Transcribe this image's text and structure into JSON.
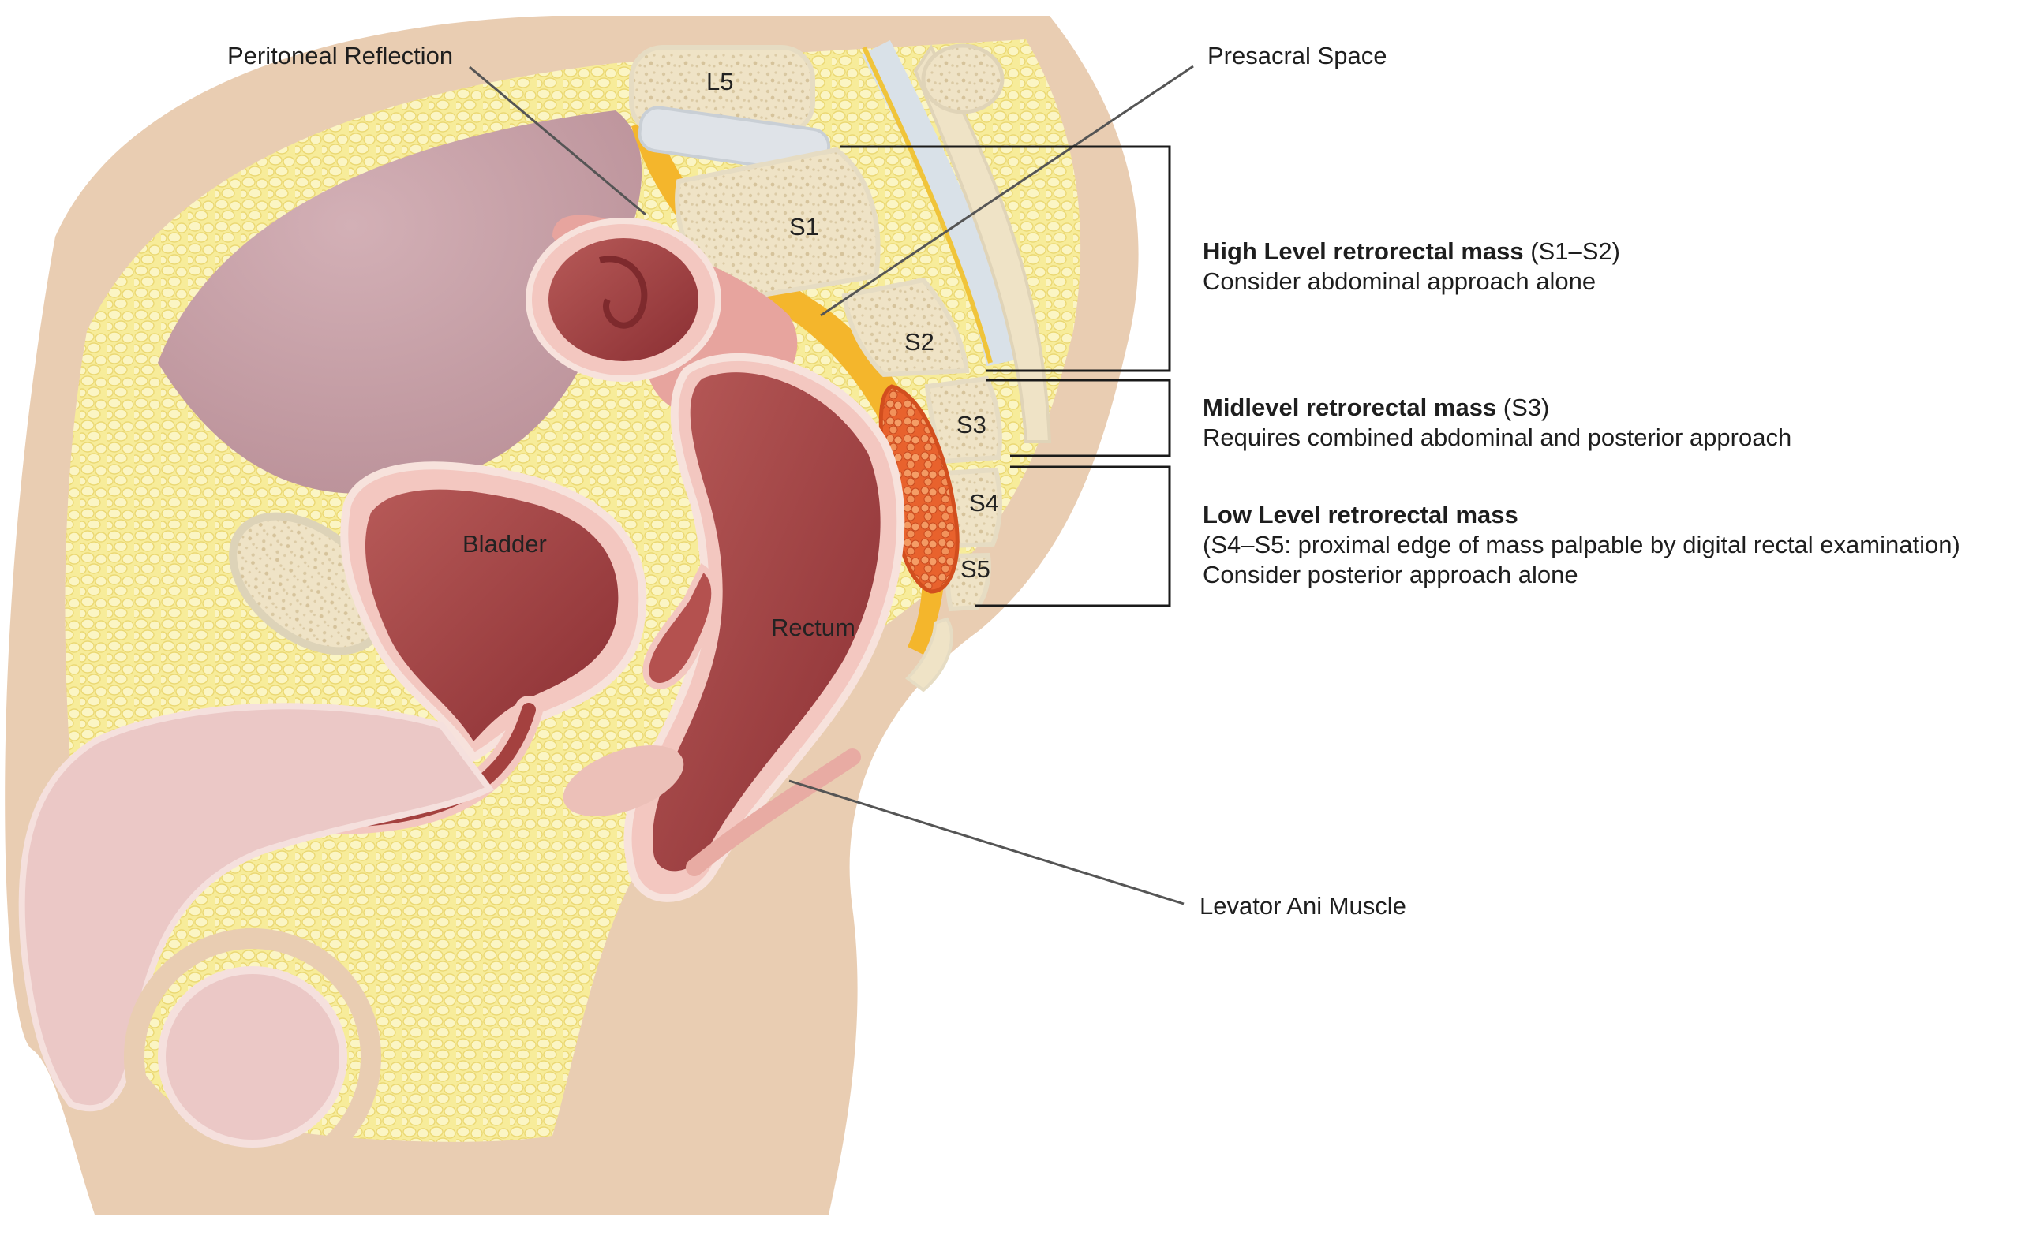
{
  "vertebrae": {
    "l5": "L5",
    "s1": "S1",
    "s2": "S2",
    "s3": "S3",
    "s4": "S4",
    "s5": "S5"
  },
  "organs": {
    "bladder": "Bladder",
    "rectum": "Rectum"
  },
  "callouts": {
    "peritoneal_reflection": "Peritoneal Reflection",
    "presacral_space": "Presacral Space",
    "levator_ani": "Levator Ani Muscle"
  },
  "levels": [
    {
      "title": "High Level retrorectal mass",
      "range": " (S1–S2)",
      "lines": [
        "Consider abdominal approach alone"
      ]
    },
    {
      "title": "Midlevel retrorectal mass",
      "range": " (S3)",
      "lines": [
        "Requires combined abdominal and posterior approach"
      ]
    },
    {
      "title": "Low Level retrorectal mass",
      "range": "",
      "lines": [
        "(S4–S5: proximal edge of mass palpable by digital rectal examination)",
        "Consider posterior approach alone"
      ]
    }
  ],
  "colors": {
    "fat": "#f7ec9a",
    "skin": "#e9cdb2",
    "bone": "#efe3c6",
    "mucosa": "#9c3d3e",
    "mass": "#ee7a3f",
    "bracket": "#1a1a1a"
  }
}
